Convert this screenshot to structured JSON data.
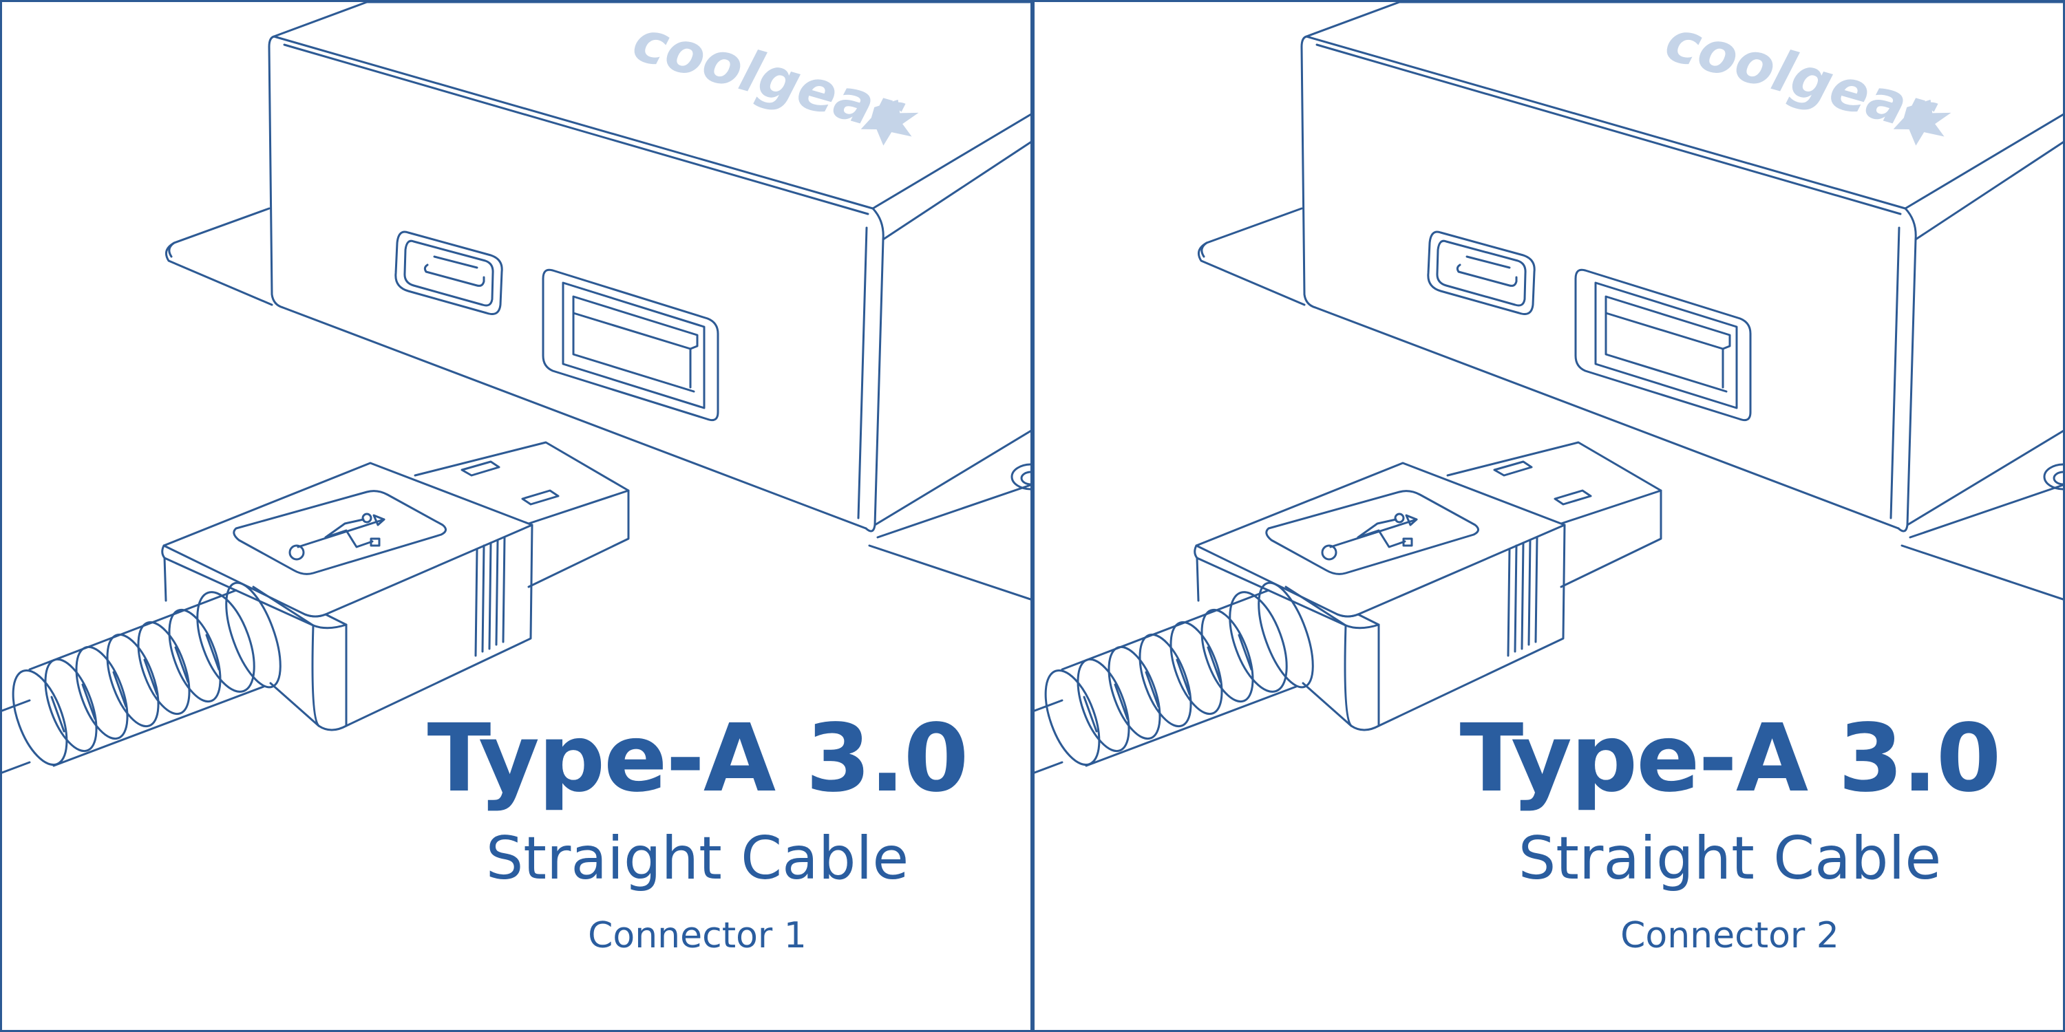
{
  "brand": {
    "logo_text": "coolgear",
    "accent": "#2a5d9f",
    "line": "#2d5a94",
    "logo_color": "#c5d4e8"
  },
  "panels": [
    {
      "title": "Type-A 3.0",
      "subtitle": "Straight Cable",
      "connector": "Connector 1"
    },
    {
      "title": "Type-A 3.0",
      "subtitle": "Straight Cable",
      "connector": "Connector 2"
    }
  ],
  "icons": [
    "usb-hub-illustration",
    "usb-c-port-icon",
    "usb-a-port-icon",
    "usb-a-plug-icon",
    "usb-trident-icon",
    "cable-strain-relief-icon"
  ]
}
